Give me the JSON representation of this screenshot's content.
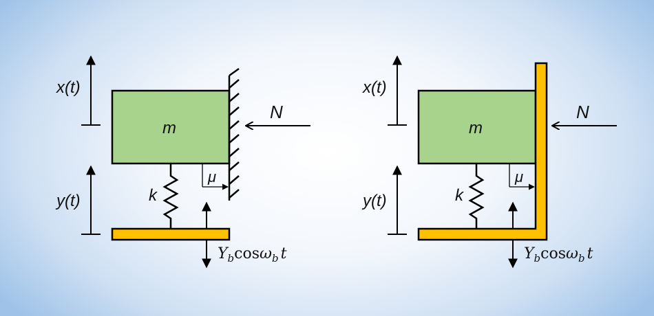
{
  "diagrams": [
    {
      "mass_label": "m",
      "spring_label": "k",
      "friction_label": "μ",
      "normal_force_label": "N",
      "displacement_mass_label": "x(t)",
      "displacement_base_label": "y(t)",
      "base_motion": {
        "amplitude": "Y",
        "amplitude_sub": "b",
        "func": "cos",
        "omega": "ω",
        "omega_sub": "b",
        "time": "t"
      },
      "wall_type": "fixed-hatched"
    },
    {
      "mass_label": "m",
      "spring_label": "k",
      "friction_label": "μ",
      "normal_force_label": "N",
      "displacement_mass_label": "x(t)",
      "displacement_base_label": "y(t)",
      "base_motion": {
        "amplitude": "Y",
        "amplitude_sub": "b",
        "func": "cos",
        "omega": "ω",
        "omega_sub": "b",
        "time": "t"
      },
      "wall_type": "moving-l-bracket"
    }
  ],
  "colors": {
    "mass_fill": "#a8d38d",
    "base_fill": "#ffc000",
    "stroke": "#000000"
  }
}
